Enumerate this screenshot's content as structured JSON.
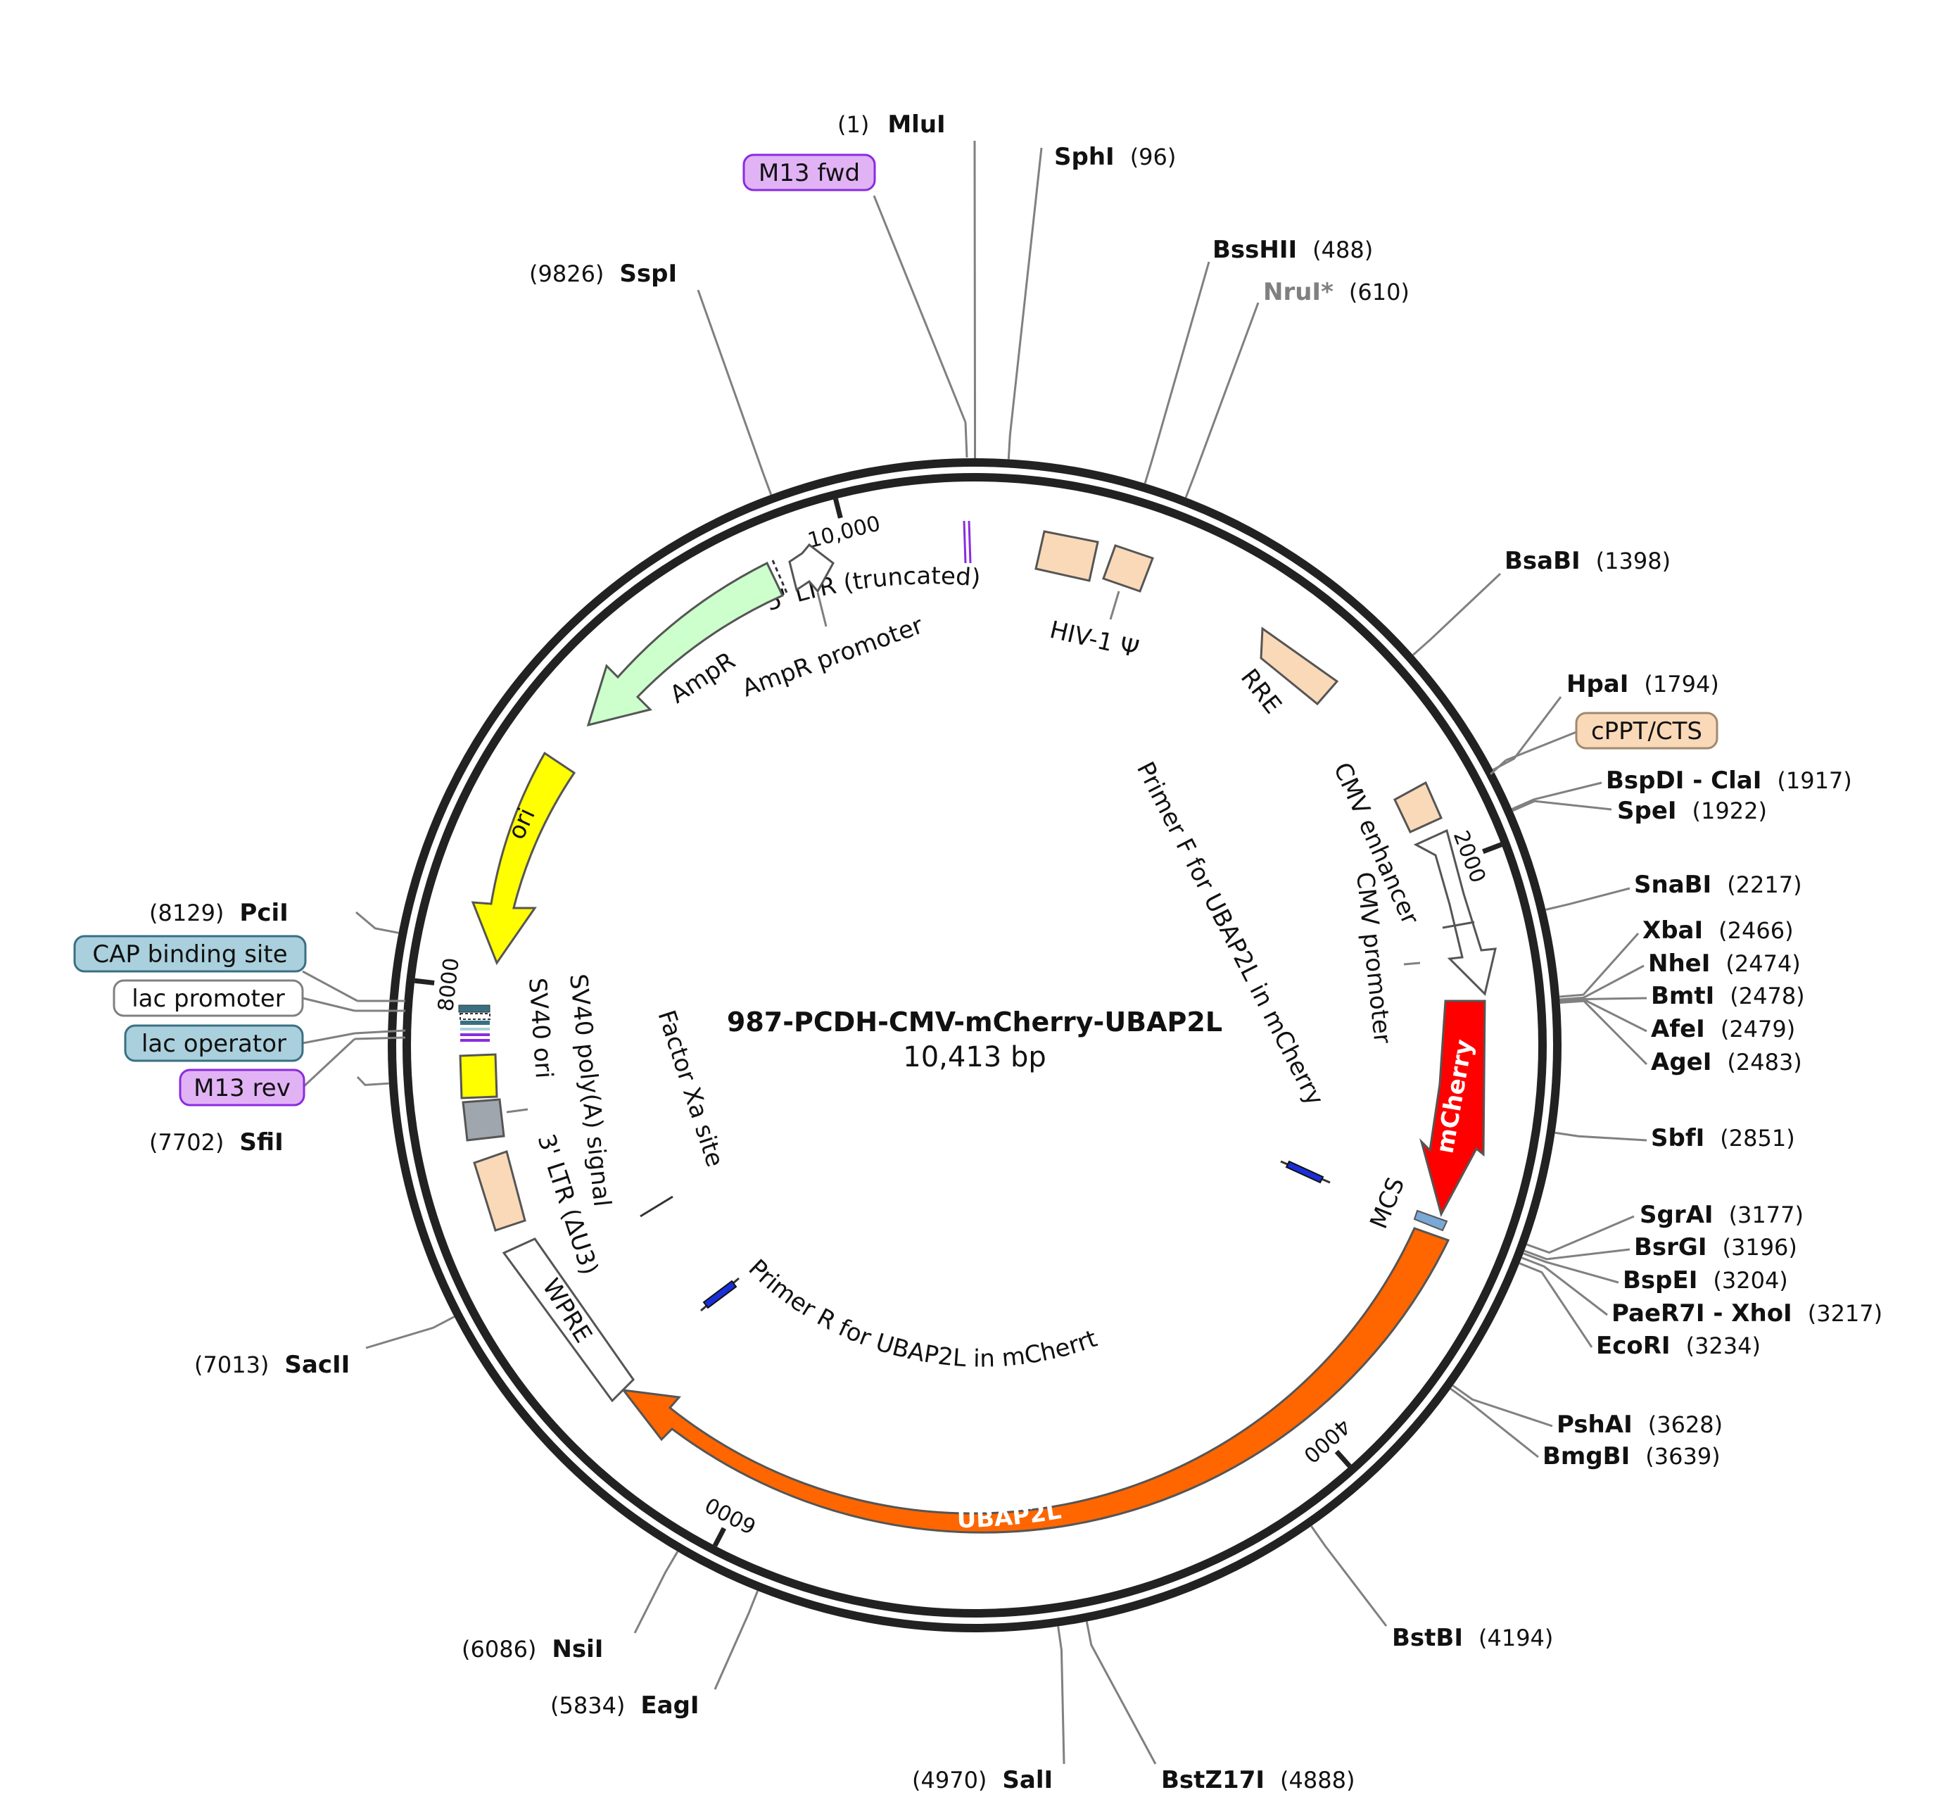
{
  "plasmid": {
    "name": "987-PCDH-CMV-mCherry-UBAP2L",
    "size_label": "10,413 bp",
    "length": 10413
  },
  "ticks": [
    {
      "pos": 2000,
      "label": "2000"
    },
    {
      "pos": 4000,
      "label": "4000"
    },
    {
      "pos": 6000,
      "label": "6000"
    },
    {
      "pos": 8000,
      "label": "8000"
    },
    {
      "pos": 10000,
      "label": "10,000"
    }
  ],
  "enzymes": [
    {
      "name": "MluI",
      "pos": 1,
      "pos_label": "(1)"
    },
    {
      "name": "SphI",
      "pos": 96,
      "pos_label": "(96)"
    },
    {
      "name": "BssHII",
      "pos": 488,
      "pos_label": "(488)"
    },
    {
      "name": "NruI*",
      "pos": 610,
      "pos_label": "(610)",
      "dim": true
    },
    {
      "name": "BsaBI",
      "pos": 1398,
      "pos_label": "(1398)"
    },
    {
      "name": "HpaI",
      "pos": 1794,
      "pos_label": "(1794)"
    },
    {
      "name": "BspDI - ClaI",
      "pos": 1917,
      "pos_label": "(1917)"
    },
    {
      "name": "SpeI",
      "pos": 1922,
      "pos_label": "(1922)"
    },
    {
      "name": "SnaBI",
      "pos": 2217,
      "pos_label": "(2217)"
    },
    {
      "name": "XbaI",
      "pos": 2466,
      "pos_label": "(2466)"
    },
    {
      "name": "NheI",
      "pos": 2474,
      "pos_label": "(2474)"
    },
    {
      "name": "BmtI",
      "pos": 2478,
      "pos_label": "(2478)"
    },
    {
      "name": "AfeI",
      "pos": 2479,
      "pos_label": "(2479)"
    },
    {
      "name": "AgeI",
      "pos": 2483,
      "pos_label": "(2483)"
    },
    {
      "name": "SbfI",
      "pos": 2851,
      "pos_label": "(2851)"
    },
    {
      "name": "SgrAI",
      "pos": 3177,
      "pos_label": "(3177)"
    },
    {
      "name": "BsrGI",
      "pos": 3196,
      "pos_label": "(3196)"
    },
    {
      "name": "BspEI",
      "pos": 3204,
      "pos_label": "(3204)"
    },
    {
      "name": "PaeR7I - XhoI",
      "pos": 3217,
      "pos_label": "(3217)"
    },
    {
      "name": "EcoRI",
      "pos": 3234,
      "pos_label": "(3234)"
    },
    {
      "name": "PshAI",
      "pos": 3628,
      "pos_label": "(3628)"
    },
    {
      "name": "BmgBI",
      "pos": 3639,
      "pos_label": "(3639)"
    },
    {
      "name": "BstBI",
      "pos": 4194,
      "pos_label": "(4194)"
    },
    {
      "name": "BstZ17I",
      "pos": 4888,
      "pos_label": "(4888)"
    },
    {
      "name": "SalI",
      "pos": 4970,
      "pos_label": "(4970)"
    },
    {
      "name": "EagI",
      "pos": 5834,
      "pos_label": "(5834)"
    },
    {
      "name": "NsiI",
      "pos": 6086,
      "pos_label": "(6086)"
    },
    {
      "name": "SacII",
      "pos": 7013,
      "pos_label": "(7013)"
    },
    {
      "name": "SfiI",
      "pos": 7702,
      "pos_label": "(7702)"
    },
    {
      "name": "PciI",
      "pos": 8129,
      "pos_label": "(8129)"
    },
    {
      "name": "SspI",
      "pos": 9826,
      "pos_label": "(9826)"
    }
  ],
  "outer_features": [
    {
      "name": "M13 fwd",
      "color": "#e1b3f5"
    },
    {
      "name": "cPPT/CTS",
      "color": "#fad9b8"
    },
    {
      "name": "CAP binding site",
      "color": "#a9d0dc"
    },
    {
      "name": "lac promoter",
      "color": "#ffffff"
    },
    {
      "name": "lac operator",
      "color": "#a9d0dc"
    },
    {
      "name": "M13 rev",
      "color": "#e1b3f5"
    }
  ],
  "features": {
    "ltr5": "5' LTR (truncated)",
    "hiv_psi": "HIV-1 Ψ",
    "rre": "RRE",
    "cmv_enhancer": "CMV enhancer",
    "cmv_promoter": "CMV promoter",
    "mcherry": "mCherry",
    "mcs": "MCS",
    "ubap2l": "UBAP2L",
    "wpre": "WPRE",
    "ltr3": "3' LTR (ΔU3)",
    "sv40_polya": "SV40 poly(A) signal",
    "sv40_ori": "SV40 ori",
    "ori": "ori",
    "ampr": "AmpR",
    "ampr_promoter": "AmpR promoter",
    "factor_xa": "Factor Xa site",
    "primer_f": "Primer F for UBAP2L in mCherry",
    "primer_r": "Primer R for UBAP2L in mCherrt"
  },
  "colors": {
    "mcherry": "#ff0000",
    "ubap2l": "#ff6600",
    "ampr": "#ccffcc",
    "ori": "#ffff00",
    "misc_feature": "#fad9b8",
    "polya": "#a0a6ad",
    "primer": "#1a2fd6",
    "mcs": "#7aa8d6"
  }
}
